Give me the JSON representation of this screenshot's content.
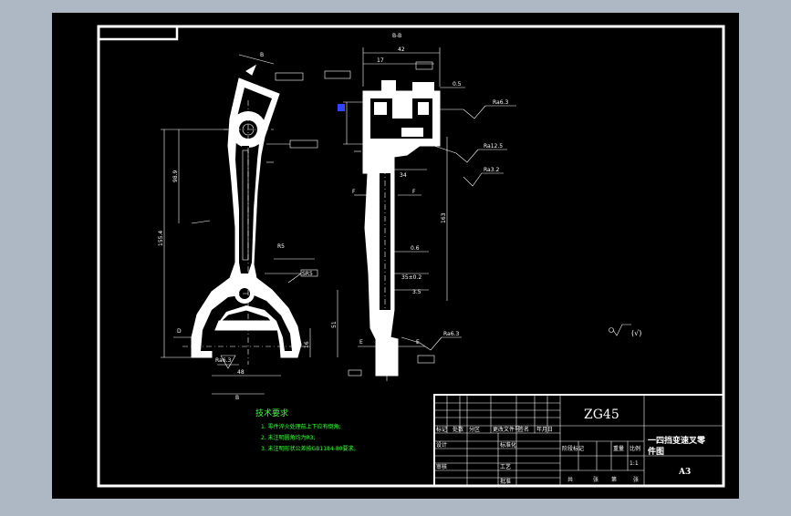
{
  "colors": {
    "canvas": "#000000",
    "outer": "#aeb8c5",
    "lines": "#ffffff",
    "notes": "#39ff39",
    "accent": "#3344ff"
  },
  "views": {
    "section_bb": "B-B",
    "section_b_marker": "B",
    "section_d_marker": "D",
    "section_e_marker": "E",
    "section_f_marker": "F"
  },
  "dimensions": {
    "d42": "42",
    "d17": "17",
    "d05": "0.5",
    "d34": "34",
    "d06": "0.6",
    "d155": "155.4",
    "d51": "51",
    "d16": "16",
    "d3p5": "3.5",
    "d48": "48"
  },
  "roughness": {
    "r1": "Ra6.3",
    "r2": "Ra12.5",
    "r3": "Ra3.2",
    "r4": "Ra6.3",
    "r5": "Ra6.3",
    "general": "(√)"
  },
  "tech_requirements": {
    "heading": "技术要求",
    "item1": "1. 零件淬火处理前上下应有倒角;",
    "item2": "2. 未注明圆角均为R3;",
    "item3": "3. 未注明形状公差按GB1184-80要求。"
  },
  "title_block": {
    "material": "ZG45",
    "part_name_line1": "一四挡变速叉零",
    "part_name_line2": "件图",
    "paper_size": "A3",
    "labels": [
      "标记",
      "处数",
      "分区",
      "更改文件号",
      "签名",
      "年月日",
      "设计",
      "标准化",
      "阶段标记",
      "重量",
      "比例",
      "审核",
      "工艺",
      "批准",
      "共",
      "张",
      "第",
      "张"
    ],
    "scale": "1:1"
  }
}
